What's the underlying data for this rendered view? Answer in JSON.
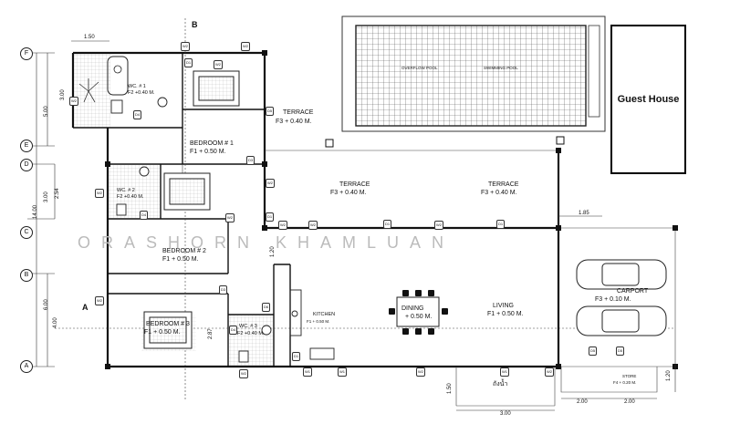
{
  "guest_house": "Guest House",
  "watermark": "ORASHORN KHAMLUAN",
  "section_marks": {
    "top": "B",
    "left": "A"
  },
  "grid_lines": [
    "F",
    "E",
    "D",
    "C",
    "B",
    "A"
  ],
  "rooms": {
    "terrace_top": {
      "name": "TERRACE",
      "level": "F3  + 0.40  M."
    },
    "terrace_mid": {
      "name": "TERRACE",
      "level": "F3  + 0.40  M."
    },
    "terrace_right": {
      "name": "TERRACE",
      "level": "F3  + 0.40  M."
    },
    "bedroom1": {
      "name": "BEDROOM # 1",
      "level": "F1  + 0.50  M."
    },
    "bedroom2": {
      "name": "BEDROOM # 2",
      "level": "F1  + 0.50  M."
    },
    "bedroom3": {
      "name": "BEDROOM # 3",
      "level": "F1  + 0.50 M."
    },
    "wc1": {
      "name": "WC. # 1",
      "level": "F2  +0.40 M."
    },
    "wc2": {
      "name": "WC. # 2",
      "level": "F2  +0.40 M."
    },
    "wc3": {
      "name": "WC. # 3",
      "level": "F2  +0.40 M."
    },
    "kitchen": {
      "name": "KITCHEN",
      "level": "F1  + 0.50  M."
    },
    "dining": {
      "name": "DINING",
      "level": "+ 0.50 M."
    },
    "living": {
      "name": "LIVING",
      "level": "F1  + 0.50 M."
    },
    "carport": {
      "name": "CARPORT",
      "level": "F3  + 0.10  M."
    },
    "store": {
      "name": "STORE",
      "level": "F4  + 0.20 M."
    },
    "tank": {
      "name": "ถังน้ำ"
    }
  },
  "dimensions": {
    "top_150": "1.50",
    "left_300": "3.00",
    "left_500": "5.00",
    "left_1400": "14.00",
    "left_254": "2.54",
    "left_300b": "3.00",
    "left_600": "6.00",
    "left_400": "4.00",
    "mid_120": "1.20",
    "mid_287": "2.87",
    "right_185": "1.85",
    "right_120": "1.20",
    "bottom_150": "1.50",
    "bottom_300": "3.00",
    "bottom_200a": "2.00",
    "bottom_200b": "2.00"
  },
  "pool_labels": {
    "a": "OVERFLOW POOL",
    "b": "SWIMMING POOL"
  },
  "tags": {
    "w2": "W2",
    "w1": "W1",
    "d1": "D1",
    "d2": "D2",
    "d3": "D3",
    "d4": "D4",
    "d5": "D5",
    "d6": "D6"
  }
}
